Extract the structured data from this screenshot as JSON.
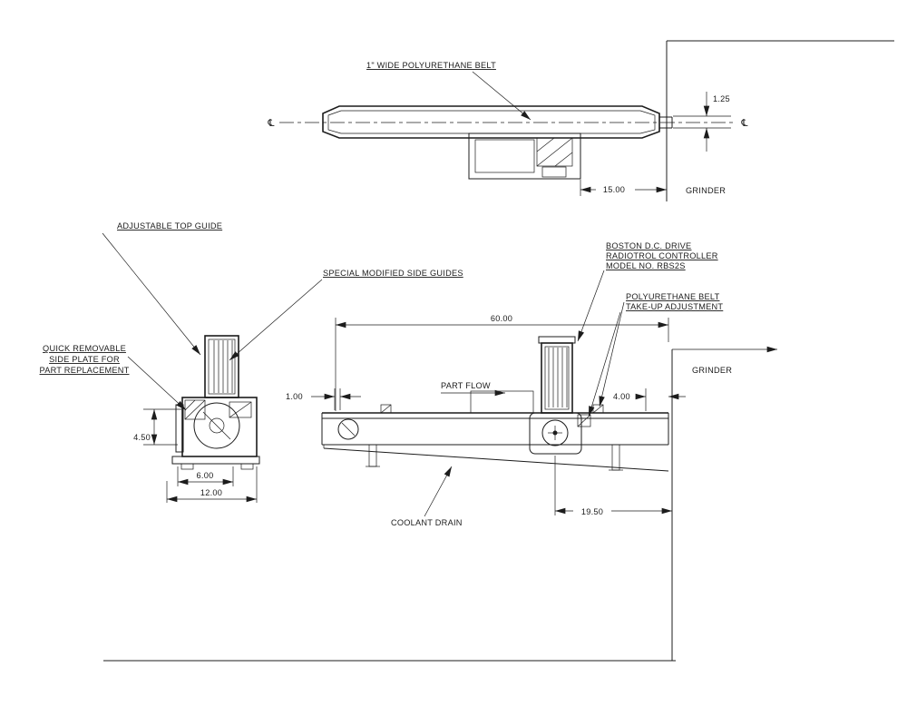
{
  "colors": {
    "ink": "#1c1c1c",
    "paper": "#ffffff"
  },
  "top_view": {
    "belt_label": "1\" WIDE POLYURETHANE BELT",
    "centerline_symbol": "℄",
    "dim_belt_offset": "1.25",
    "dim_motor_to_grinder": "15.00",
    "grinder_label": "GRINDER"
  },
  "end_view": {
    "adjustable_top_guide": "ADJUSTABLE TOP GUIDE",
    "side_guides": "SPECIAL MODIFIED SIDE GUIDES",
    "side_plate": [
      "QUICK REMOVABLE",
      "SIDE PLATE FOR",
      "PART REPLACEMENT"
    ],
    "dim_height": "4.50",
    "dim_width_inner": "6.00",
    "dim_width_outer": "12.00"
  },
  "side_view": {
    "dim_length": "60.00",
    "controller": [
      "BOSTON D.C. DRIVE",
      "RADIOTROL CONTROLLER",
      "MODEL NO. RBS2S"
    ],
    "takeup": [
      "POLYURETHANE BELT",
      "TAKE-UP ADJUSTMENT"
    ],
    "part_flow": "PART FLOW",
    "dim_left_offset": "1.00",
    "dim_right_offset": "4.00",
    "grinder_label": "GRINDER",
    "dim_drive_to_grinder": "19.50",
    "coolant_drain": "COOLANT DRAIN"
  }
}
